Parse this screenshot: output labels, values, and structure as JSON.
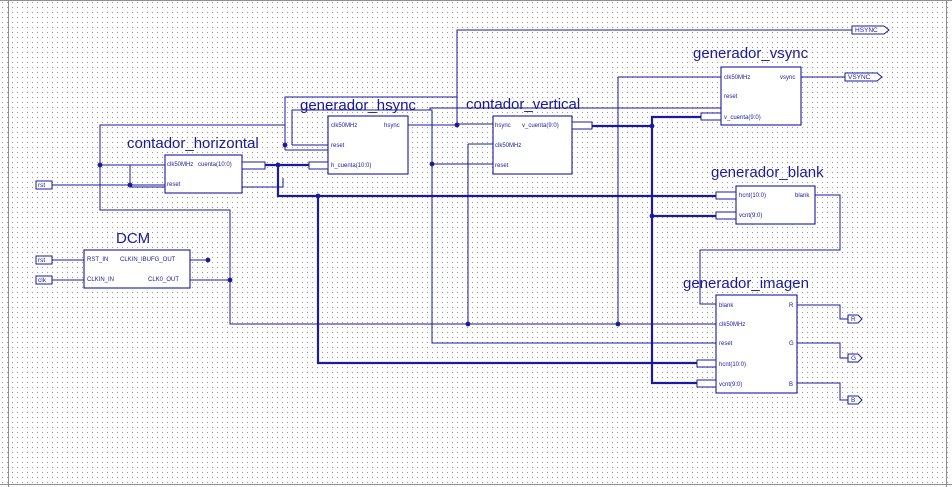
{
  "blocks": {
    "contador_horizontal": {
      "title": "contador_horizontal",
      "pins": [
        "clk50MHz",
        "reset",
        "cuenta(10:0)"
      ]
    },
    "generador_hsync": {
      "title": "generador_hsync",
      "pins": [
        "clk50MHz",
        "reset",
        "h_cuenta(10:0)",
        "hsync"
      ]
    },
    "contador_vertical": {
      "title": "contador_vertical",
      "pins": [
        "hsync",
        "clk50MHz",
        "reset",
        "v_cuenta(9:0)"
      ]
    },
    "generador_vsync": {
      "title": "generador_vsync",
      "pins": [
        "clk50MHz",
        "reset",
        "v_cuenta(9:0)",
        "vsync"
      ]
    },
    "dcm": {
      "title": "DCM",
      "pins": [
        "RST_IN",
        "CLKIN_IBUFG_OUT",
        "CLKIN_IN",
        "CLK0_OUT"
      ]
    },
    "generador_blank": {
      "title": "generador_blank",
      "pins": [
        "hcnt(10:0)",
        "vcnt(9:0)",
        "blank"
      ]
    },
    "generador_imagen": {
      "title": "generador_imagen",
      "pins": [
        "blank",
        "clk50MHz",
        "reset",
        "hcnt(10:0)",
        "vcnt(9:0)",
        "R",
        "G",
        "B"
      ]
    }
  },
  "ports": {
    "hsync": "HSYNC",
    "vsync": "VSYNC",
    "rst_top": "rst",
    "rst_dcm": "rst",
    "clk": "clk",
    "r": "R",
    "g": "G",
    "b": "B"
  }
}
